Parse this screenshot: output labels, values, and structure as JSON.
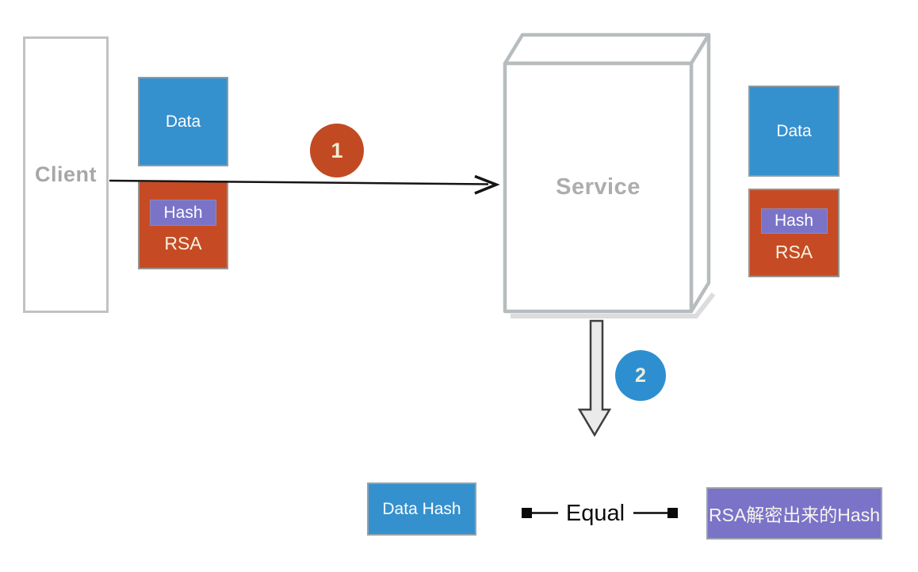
{
  "diagram": {
    "client": {
      "label": "Client"
    },
    "client_stack": {
      "data": "Data",
      "hash": "Hash",
      "rsa": "RSA"
    },
    "service": {
      "label": "Service"
    },
    "service_stack": {
      "data": "Data",
      "hash": "Hash",
      "rsa": "RSA"
    },
    "steps": {
      "step1": "1",
      "step2": "2"
    },
    "comparison": {
      "data_hash": "Data Hash",
      "equal": "Equal",
      "rsa_decrypted_hash": "RSA解密出来的Hash"
    },
    "colors": {
      "blue": "#3590CE",
      "orange": "#C64B24",
      "purple": "#7A73C8",
      "step1_circle": "#C24A22",
      "step2_circle": "#2E8FD0",
      "cube_outline": "#B7BCBE",
      "arrow_black": "#141414",
      "down_arrow_fill": "#EAEAEA",
      "down_arrow_stroke": "#3F3F3F"
    }
  }
}
